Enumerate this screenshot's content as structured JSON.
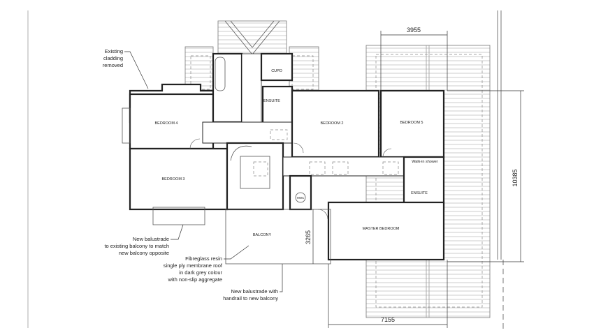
{
  "rooms": {
    "bedroom4": "BEDROOM 4",
    "bedroom3": "BEDROOM 3",
    "bedroom2": "BEDROOM 2",
    "bedroom5": "BEDROOM 5",
    "cupd": "CUPD",
    "ensuite1": "ENSUITE",
    "ensuite2": "ENSUITE",
    "walkin": "Walk-in shower",
    "master": "MASTER BEDROOM",
    "balcony": "BALCONY",
    "hwc": "HWC"
  },
  "notes": {
    "cladding": [
      "Existing",
      "cladding",
      "removed"
    ],
    "balustrade_existing": [
      "New balustrade",
      "to existing balcony to match",
      "new balcony opposite"
    ],
    "roof": [
      "Fibreglass resin",
      "single ply membrane roof",
      "in dark grey colour",
      "with non-slip aggregate"
    ],
    "balustrade_new": [
      "New balustrade with",
      "handrail to new balcony"
    ]
  },
  "dimensions": {
    "top": "3955",
    "right": "10385",
    "balcony": "3265",
    "bottom": "7155"
  }
}
